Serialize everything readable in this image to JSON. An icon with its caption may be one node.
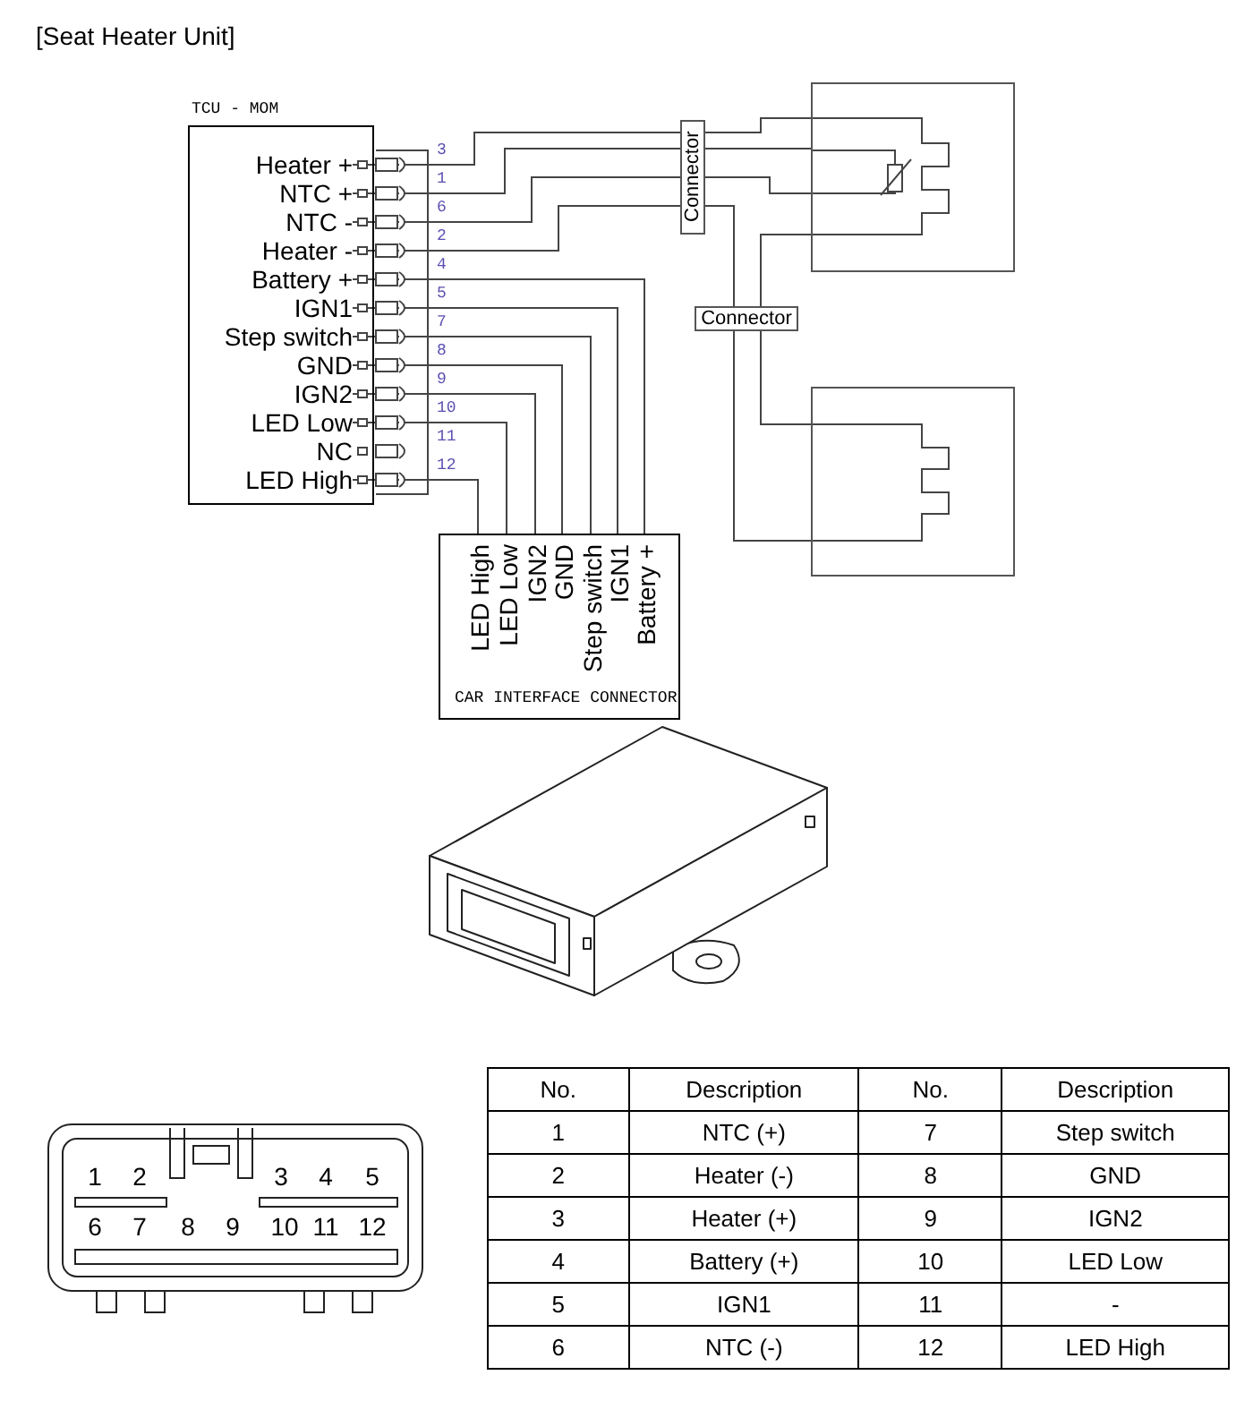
{
  "diagram": {
    "title": "[Seat Heater Unit]",
    "nodes": [
      {
        "text": [
          "TCU - MOM"
        ]
      },
      {
        "text": [
          "Heater +"
        ],
        "in": 0
      },
      {
        "text": [
          "NTC +"
        ],
        "in": 0
      },
      {
        "text": [
          "NTC -"
        ],
        "in": 0
      },
      {
        "text": [
          "Heater -"
        ],
        "in": 0
      },
      {
        "text": [
          "Battery +"
        ],
        "in": 0
      },
      {
        "text": [
          "IGN1"
        ],
        "in": 0
      },
      {
        "text": [
          "Step switch"
        ],
        "in": 0
      },
      {
        "text": [
          "GND"
        ],
        "in": 0
      },
      {
        "text": [
          "IGN2"
        ],
        "in": 0
      },
      {
        "text": [
          "LED Low"
        ],
        "in": 0
      },
      {
        "text": [
          "NC"
        ],
        "in": 0
      },
      {
        "text": [
          "LED High"
        ],
        "in": 0
      },
      {
        "text": [
          "CAR INTERFACE CONNECTOR"
        ]
      },
      {
        "text": [
          "LED High"
        ],
        "in": 13
      },
      {
        "text": [
          "LED Low"
        ],
        "in": 13
      },
      {
        "text": [
          "IGN2"
        ],
        "in": 13
      },
      {
        "text": [
          "GND"
        ],
        "in": 13
      },
      {
        "text": [
          "Step switch"
        ],
        "in": 13
      },
      {
        "text": [
          "IGN1"
        ],
        "in": 13
      },
      {
        "text": [
          "Battery +"
        ],
        "in": 13
      },
      {
        "text": [
          "Connector"
        ]
      },
      {
        "text": [
          "Connector"
        ]
      },
      {
        "text": [],
        "shape": "box"
      },
      {
        "text": [],
        "shape": "box"
      }
    ],
    "edges": [
      {
        "from": 1,
        "to": 21,
        "arrow": "other"
      },
      {
        "from": 2,
        "to": 21,
        "arrow": "other"
      },
      {
        "from": 3,
        "to": 21,
        "arrow": "other"
      },
      {
        "from": 4,
        "to": 21,
        "arrow": "other"
      },
      {
        "from": 21,
        "to": 23,
        "arrow": "none"
      },
      {
        "from": 21,
        "to": 23,
        "arrow": "none"
      },
      {
        "from": 21,
        "to": 23,
        "arrow": "none"
      },
      {
        "from": 21,
        "to": 22,
        "arrow": "none"
      },
      {
        "from": 23,
        "to": 22,
        "arrow": "none"
      },
      {
        "from": 22,
        "to": 24,
        "arrow": "none"
      },
      {
        "from": 22,
        "to": 24,
        "arrow": "none"
      },
      {
        "from": 5,
        "to": 20,
        "arrow": "other"
      },
      {
        "from": 6,
        "to": 19,
        "arrow": "other"
      },
      {
        "from": 7,
        "to": 18,
        "arrow": "other"
      },
      {
        "from": 8,
        "to": 17,
        "arrow": "other"
      },
      {
        "from": 9,
        "to": 16,
        "arrow": "other"
      },
      {
        "from": 10,
        "to": 15,
        "arrow": "other"
      },
      {
        "from": 12,
        "to": 14,
        "arrow": "other"
      }
    ],
    "labels": [
      "3",
      "1",
      "6",
      "2",
      "4",
      "5",
      "7",
      "8",
      "9",
      "10",
      "11",
      "12",
      "1",
      "2",
      "3",
      "4",
      "5",
      "6",
      "7",
      "8",
      "9",
      "10",
      "11",
      "12",
      "No.",
      "Description",
      "No.",
      "Description",
      "1",
      "NTC (+)",
      "7",
      "Step switch",
      "2",
      "Heater (-)",
      "8",
      "GND",
      "3",
      "Heater (+)",
      "9",
      "IGN2",
      "4",
      "Battery (+)",
      "10",
      "LED Low",
      "5",
      "IGN1",
      "11",
      "-",
      "6",
      "NTC (-)",
      "12",
      "LED High"
    ]
  }
}
